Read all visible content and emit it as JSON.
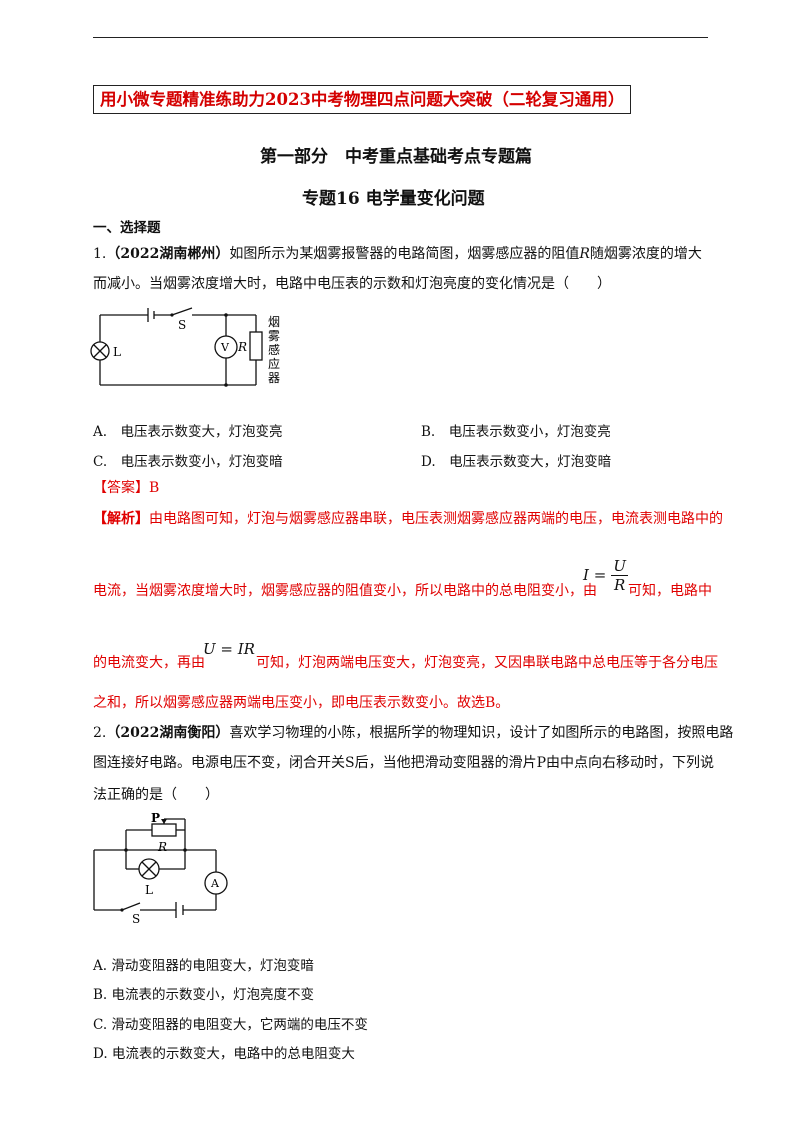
{
  "banner": "用小微专题精准练助力2023中考物理四点问题大突破（二轮复习通用）",
  "part_title": "第一部分　中考重点基础考点专题篇",
  "topic_title": "专题16  电学量变化问题",
  "section_title": "一、选择题",
  "q1": {
    "num": "1.",
    "source": "（2022湖南郴州）",
    "line1": "如图所示为某烟雾报警器的电路简图，烟雾感应器的阻值",
    "var_r": "R",
    "line1b": "随烟雾浓度的增大",
    "line2": "而减小。当烟雾浓度增大时，电路中电压表的示数和灯泡亮度的变化情况是（　　）",
    "circuit": {
      "s": "S",
      "l": "L",
      "v": "V",
      "r": "R",
      "sensor": [
        "烟",
        "雾",
        "感",
        "应",
        "器"
      ]
    },
    "options": [
      "A.　电压表示数变大，灯泡变亮",
      "B.　电压表示数变小，灯泡变亮",
      "C.　电压表示数变小，灯泡变暗",
      "D.　电压表示数变大，灯泡变暗"
    ],
    "answer_label": "【答案】",
    "answer": "B",
    "analysis_label": "【解析】",
    "analysis_1": "由电路图可知，灯泡与烟雾感应器串联，电压表测烟雾感应器两端的电压，电流表测电路中的",
    "analysis_2": "电流，当烟雾浓度增大时，烟雾感应器的阻值变小，所以电路中的总电阻变小，由",
    "formula1_lhs": "I =",
    "formula1_num": "U",
    "formula1_den": "R",
    "analysis_2b": "可知，电路中",
    "analysis_3": "的电流变大，再由",
    "formula2": "U = IR",
    "analysis_3b": "可知，灯泡两端电压变大，灯泡变亮，又因串联电路中总电压等于各分电压",
    "analysis_4": "之和，所以烟雾感应器两端电压变小，即电压表示数变小。故选B。"
  },
  "q2": {
    "num": "2.",
    "source": "（2022湖南衡阳）",
    "line1": "喜欢学习物理的小陈，根据所学的物理知识，设计了如图所示的电路图，按照电路",
    "line2": "图连接好电路。电源电压不变，闭合开关S后，当他把滑动变阻器的滑片P由中点向右移动时，下列说",
    "line3": "法正确的是（　　）",
    "circuit": {
      "p": "P",
      "r": "R",
      "l": "L",
      "a": "A",
      "s": "S"
    },
    "options": [
      "A.  滑动变阻器的电阻变大，灯泡变暗",
      "B.  电流表的示数变小，灯泡亮度不变",
      "C.  滑动变阻器的电阻变大，它两端的电压不变",
      "D.  电流表的示数变大，电路中的总电阻变大"
    ]
  }
}
